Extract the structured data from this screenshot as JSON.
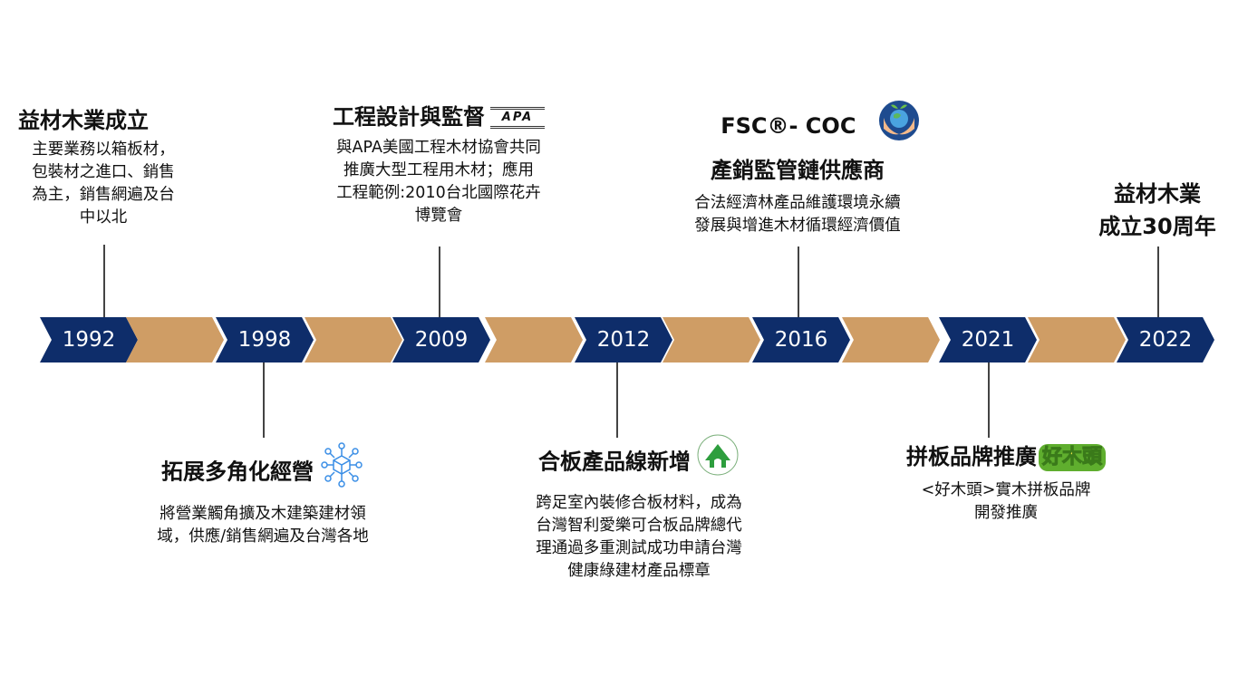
{
  "colors": {
    "navy": "#0e2d6a",
    "tan": "#cf9d65"
  },
  "years": [
    "1992",
    "1998",
    "2009",
    "2012",
    "2016",
    "2021",
    "2022"
  ],
  "events": [
    {
      "year": "1992",
      "title": "益材木業成立",
      "body": [
        "主要業務以箱板材，",
        "包裝材之進口、銷售",
        "為主，銷售網遍及台",
        "中以北"
      ]
    },
    {
      "year": "1998",
      "title": "拓展多角化經營",
      "icon": "network-cube-icon",
      "body": [
        "將營業觸角擴及木建築建材領",
        "域，供應/銷售網遍及台灣各地"
      ]
    },
    {
      "year": "2009",
      "title": "工程設計與監督",
      "logo": "APA",
      "body": [
        "與APA美國工程木材協會共同",
        "推廣大型工程用木材；應用",
        "工程範例:2010台北國際花卉",
        "博覽會"
      ]
    },
    {
      "year": "2012",
      "title": "合板產品線新增",
      "icon": "green-building-mark-icon",
      "body": [
        "跨足室內裝修合板材料，成為",
        "台灣智利愛樂可合板品牌總代",
        "理通過多重測試成功申請台灣",
        "健康綠建材產品標章"
      ]
    },
    {
      "year": "2016",
      "title_line1": "FSC®- COC",
      "title": "產銷監管鏈供應商",
      "icon": "earth-hands-icon",
      "body": [
        "合法經濟林產品維護環境永續",
        "發展與增進木材循環經濟價值"
      ]
    },
    {
      "year": "2021",
      "title": "拼板品牌推廣",
      "logo": "好木頭",
      "body": [
        "<好木頭>實木拼板品牌",
        "開發推廣"
      ]
    },
    {
      "year": "2022",
      "title_lines": [
        "益材木業",
        "成立30周年"
      ]
    }
  ]
}
